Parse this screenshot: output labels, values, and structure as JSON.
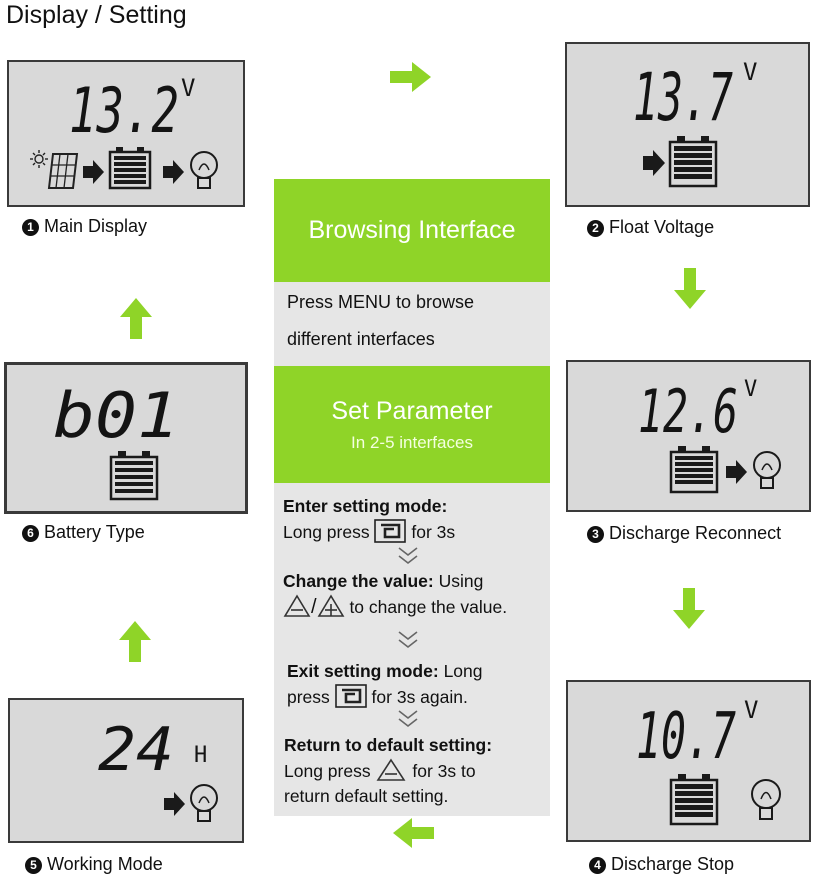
{
  "title": "Display / Setting",
  "screens": {
    "main": {
      "reading": "13.2",
      "unit": "V",
      "caption_num": "1",
      "caption": "Main Display"
    },
    "float": {
      "reading": "13.7",
      "unit": "V",
      "caption_num": "2",
      "caption": "Float Voltage"
    },
    "reconnect": {
      "reading": "12.6",
      "unit": "V",
      "caption_num": "3",
      "caption": "Discharge Reconnect"
    },
    "stop": {
      "reading": "10.7",
      "unit": "V",
      "caption_num": "4",
      "caption": "Discharge Stop"
    },
    "working": {
      "reading": "24",
      "unit": "H",
      "caption_num": "5",
      "caption": "Working Mode"
    },
    "battery": {
      "reading": "b01",
      "caption_num": "6",
      "caption": "Battery Type"
    }
  },
  "browse": {
    "header": "Browsing Interface",
    "line1": "Press MENU to browse",
    "line2": "different interfaces"
  },
  "setparam": {
    "header": "Set Parameter",
    "subheader": "In 2-5 interfaces",
    "step1_title": "Enter setting mode:",
    "step1_a": "Long press",
    "step1_b": "for 3s",
    "step2_title": "Change the value:",
    "step2_a": "Using",
    "step2_b": "to change the value.",
    "step3_title": "Exit setting mode:",
    "step3_a": "Long",
    "step3_b": "press",
    "step3_c": "for 3s again.",
    "step4_title": "Return to default setting:",
    "step4_a": "Long press",
    "step4_b": "for 3s to",
    "step4_c": "return default setting."
  },
  "colors": {
    "accent": "#8fd428",
    "lcd": "#d9d9d9",
    "panel": "#e6e6e6"
  },
  "icons": [
    "solar-panel-icon",
    "battery-icon",
    "lamp-icon",
    "arrow-icon",
    "menu-button-icon",
    "up-button-icon",
    "down-button-icon"
  ]
}
